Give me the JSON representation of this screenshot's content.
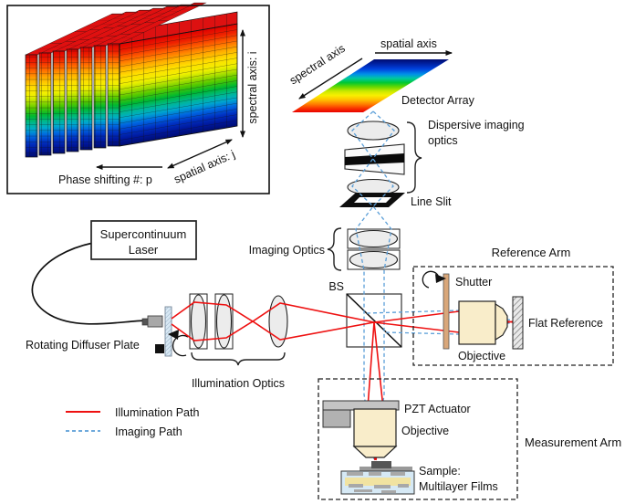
{
  "inset": {
    "spectral_axis_label": "spectral axis: i",
    "spatial_axis_label": "spatial axis: j",
    "phase_label": "Phase shifting #: p"
  },
  "detector": {
    "spatial_axis_label": "spatial axis",
    "spectral_axis_label": "spectral axis",
    "name": "Detector Array"
  },
  "optics": {
    "dispersive_line1": "Dispersive imaging",
    "dispersive_line2": "optics",
    "line_slit": "Line Slit",
    "imaging": "Imaging Optics",
    "illumination": "Illumination Optics",
    "beam_splitter": "BS"
  },
  "source": {
    "laser_line1": "Supercontinuum",
    "laser_line2": "Laser",
    "diffuser": "Rotating Diffuser Plate"
  },
  "reference_arm": {
    "title": "Reference Arm",
    "shutter": "Shutter",
    "objective": "Objective",
    "flat_reference": "Flat Reference"
  },
  "measurement_arm": {
    "title": "Measurement Arm",
    "pzt_actuator": "PZT Actuator",
    "objective": "Objective",
    "sample_line1": "Sample:",
    "sample_line2": "Multilayer Films"
  },
  "legend": {
    "illumination_path": "Illumination Path",
    "imaging_path": "Imaging Path"
  },
  "colors": {
    "illumination_path": "#ee1111",
    "imaging_path": "#5b9fd8",
    "objective_fill": "#f9edca",
    "shutter_fill": "#d9a77a",
    "top_face_red": "#dd1111"
  }
}
